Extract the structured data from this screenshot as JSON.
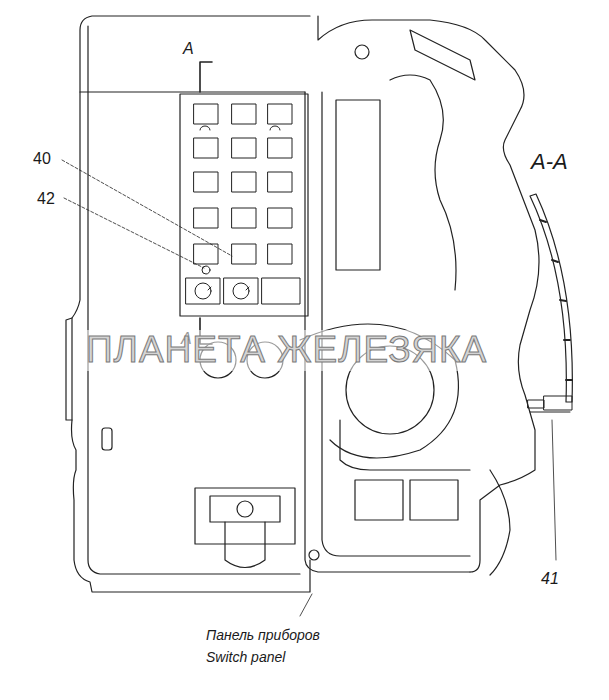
{
  "diagram": {
    "labels": [
      "A",
      "40",
      "42",
      "A",
      "A-A",
      "41",
      "ПЛАНЕТА ЖЕЛЕЗЯКА",
      "Панель приборов",
      "Switch panel"
    ]
  }
}
